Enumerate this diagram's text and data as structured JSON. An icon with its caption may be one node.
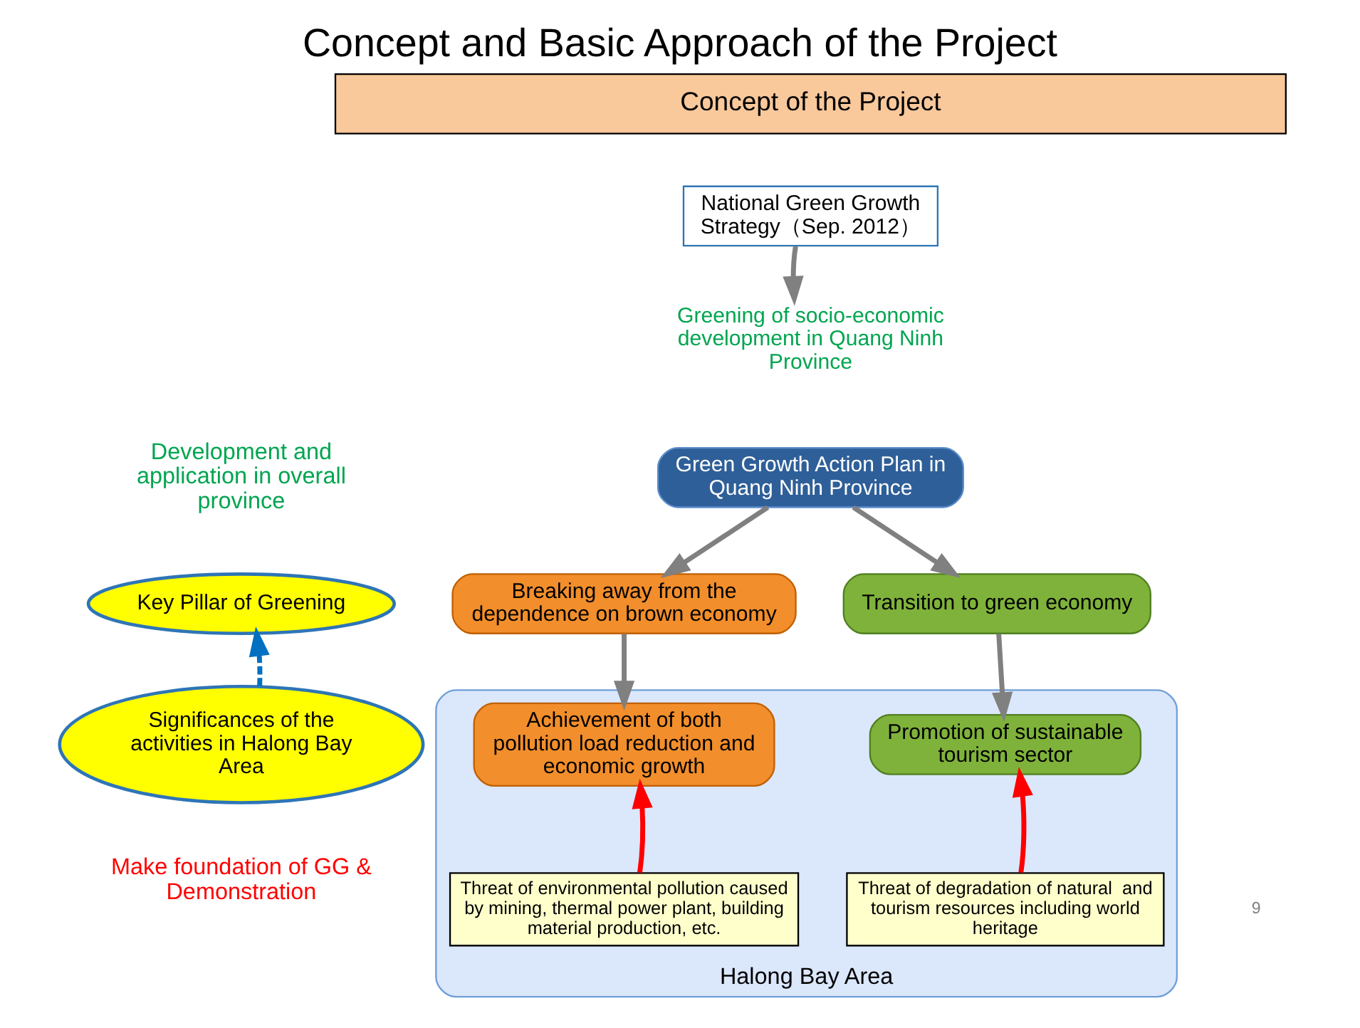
{
  "diagram": {
    "title": "Concept and Basic Approach of the Project",
    "nodes": [
      {
        "text": [
          "Concept of the Project"
        ]
      },
      {
        "text": [
          "National Green Growth Strategy（Sep. 2012）"
        ]
      },
      {
        "text": [
          "Greening of socio-economic development in Quang Ninh Province"
        ]
      },
      {
        "text": [
          "Green Growth Action Plan in Quang Ninh Province"
        ]
      },
      {
        "text": [
          "Breaking away from the dependence on brown economy"
        ]
      },
      {
        "text": [
          "Transition to green economy"
        ]
      },
      {
        "text": [
          "Halong Bay Area"
        ]
      },
      {
        "text": [
          "Achievement of both pollution load reduction and economic growth"
        ],
        "in": 6
      },
      {
        "text": [
          "Promotion of sustainable tourism sector"
        ],
        "in": 6
      },
      {
        "text": [
          "Threat of environmental pollution caused by mining, thermal power plant, building material production, etc."
        ],
        "in": 6
      },
      {
        "text": [
          "Threat of degradation of natural  and tourism resources including world heritage"
        ],
        "in": 6
      },
      {
        "text": [
          "Key Pillar of Greening"
        ],
        "beside": [
          "Development and application in overall province"
        ]
      },
      {
        "text": [
          "Significances of the activities in Halong Bay Area"
        ],
        "beside": [
          "Make foundation of GG & Demonstration"
        ]
      }
    ],
    "edges": [
      {
        "from": 1,
        "to": 2,
        "arrow": "to",
        "color": "#808080"
      },
      {
        "from": 3,
        "to": 4,
        "arrow": "to",
        "color": "#808080"
      },
      {
        "from": 3,
        "to": 5,
        "arrow": "to",
        "color": "#808080"
      },
      {
        "from": 4,
        "to": 7,
        "arrow": "to",
        "color": "#808080"
      },
      {
        "from": 5,
        "to": 8,
        "arrow": "to",
        "color": "#808080"
      },
      {
        "from": 9,
        "to": 7,
        "arrow": "to",
        "color": "#ff0000"
      },
      {
        "from": 10,
        "to": 8,
        "arrow": "to",
        "color": "#ff0000"
      },
      {
        "from": 12,
        "to": 11,
        "arrow": "to",
        "style": "dashed",
        "color": "#0070c0"
      }
    ],
    "labels": [
      "9"
    ]
  }
}
